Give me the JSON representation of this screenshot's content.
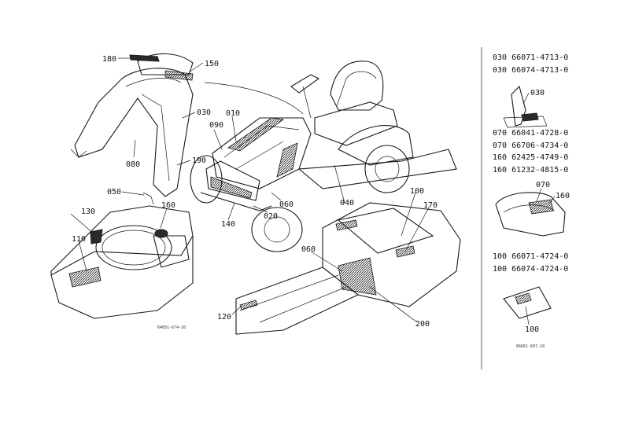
{
  "callouts": {
    "c180": "180",
    "c150": "150",
    "c030": "030",
    "c010": "010",
    "c090": "090",
    "c190": "190",
    "c080": "080",
    "c050": "050",
    "c130": "130",
    "c160": "160",
    "c110": "110",
    "c140": "140",
    "c020": "020",
    "c060": "060",
    "c040": "040",
    "c100": "100",
    "c170": "170",
    "c060b": "060",
    "c120": "120",
    "c200": "200"
  },
  "figure_codes": {
    "main": "64651-674-10",
    "side": "66661-607-10"
  },
  "side_parts": {
    "rows_top": [
      "030 66071-4713-0",
      "030 66074-4713-0"
    ],
    "detail_030": "030",
    "rows_mid": [
      "070 66041-4728-0",
      "070 66706-4734-0",
      "160 62425-4749-0",
      "160 61232-4815-0"
    ],
    "detail_070": "070",
    "detail_160": "160",
    "rows_bottom": [
      "100 66071-4724-0",
      "100 66074-4724-0"
    ],
    "detail_100": "100"
  }
}
